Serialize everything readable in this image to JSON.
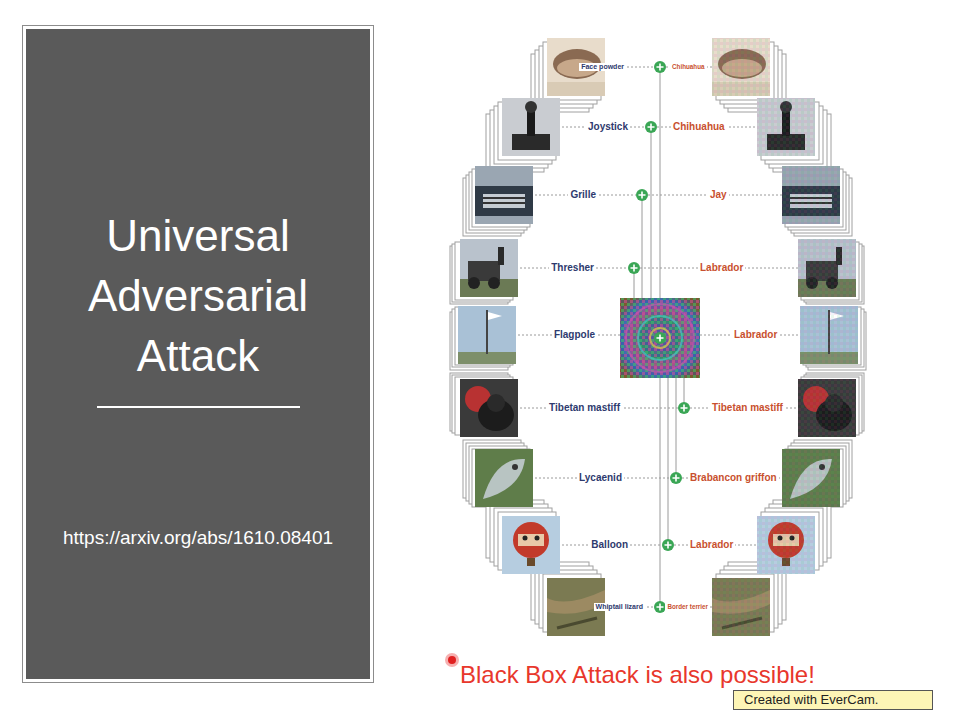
{
  "diagram": {
    "nodes": [
      {
        "text": [
          "Universal Adversarial Attack",
          "https://arxiv.org/abs/1610.08401"
        ]
      },
      {
        "text": [
          "Created with EverCam."
        ]
      }
    ],
    "labels": [
      "Face powder",
      "Chihuahua",
      "Joystick",
      "Chihuahua",
      "Grille",
      "Jay",
      "Thresher",
      "Labrador",
      "Flagpole",
      "Labrador",
      "Tibetan mastiff",
      "Tibetan mastiff",
      "Lycaenid",
      "Brabancon griffon",
      "Balloon",
      "Labrador",
      "Whiptail lizard",
      "Border terrier",
      "Black Box Attack is also possible!"
    ]
  }
}
